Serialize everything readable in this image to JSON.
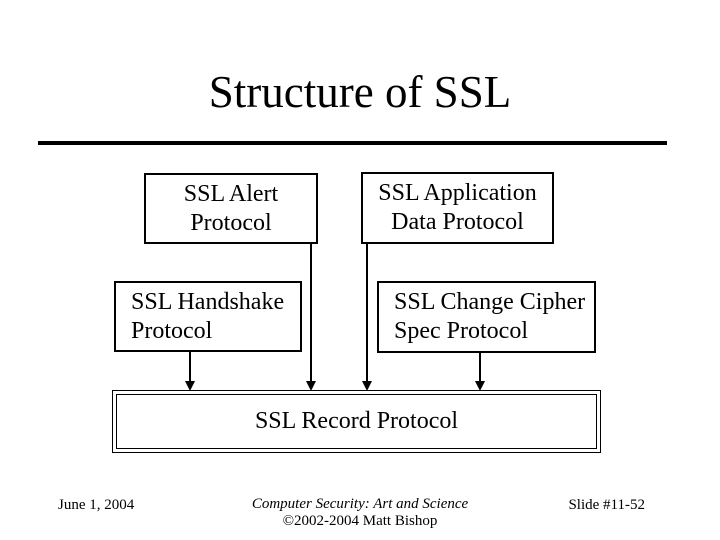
{
  "slide": {
    "title": "Structure of SSL",
    "diagram": {
      "boxes": [
        {
          "id": "ssl-alert-protocol",
          "lines": [
            "SSL Alert",
            "Protocol"
          ]
        },
        {
          "id": "ssl-application-data-protocol",
          "lines": [
            "SSL Application",
            "Data Protocol"
          ]
        },
        {
          "id": "ssl-handshake-protocol",
          "lines": [
            "SSL Handshake",
            "Protocol"
          ]
        },
        {
          "id": "ssl-change-cipher-spec-protocol",
          "lines": [
            "SSL Change Cipher",
            "Spec Protocol"
          ]
        },
        {
          "id": "ssl-record-protocol",
          "lines": [
            "SSL Record Protocol"
          ]
        }
      ],
      "connections": [
        {
          "from": "ssl-handshake-protocol",
          "to": "ssl-record-protocol"
        },
        {
          "from": "ssl-alert-protocol",
          "to": "ssl-record-protocol"
        },
        {
          "from": "ssl-application-data-protocol",
          "to": "ssl-record-protocol"
        },
        {
          "from": "ssl-change-cipher-spec-protocol",
          "to": "ssl-record-protocol"
        }
      ]
    },
    "footer": {
      "date": "June 1, 2004",
      "book_title": "Computer Security: Art and Science",
      "copyright": "©2002-2004 Matt Bishop",
      "slide_number": "Slide #11-52"
    },
    "colors": {
      "background": "#ffffff",
      "foreground": "#000000"
    }
  }
}
